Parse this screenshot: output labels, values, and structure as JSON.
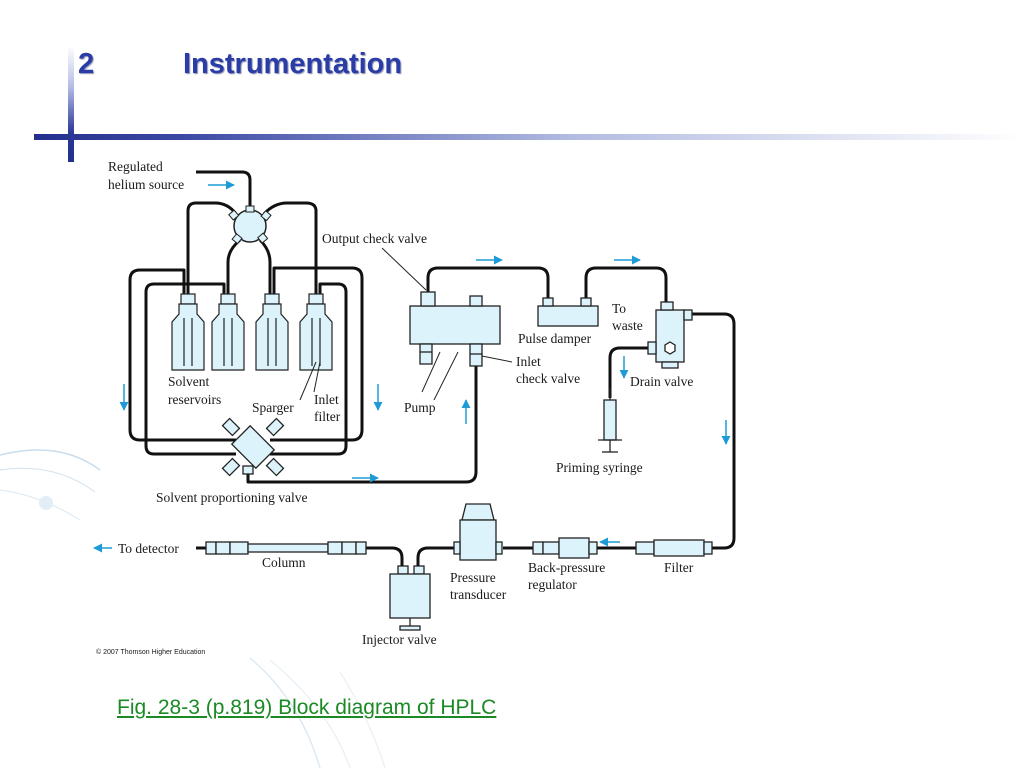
{
  "slide": {
    "number": "2",
    "title": "Instrumentation",
    "caption": "Fig. 28-3 (p.819)  Block diagram of HPLC",
    "copyright": "© 2007 Thomson Higher Education"
  },
  "diagram": {
    "labels": {
      "regulated": "Regulated",
      "helium_source": "helium source",
      "output_check_valve": "Output check valve",
      "solvent": "Solvent",
      "reservoirs": "reservoirs",
      "sparger": "Sparger",
      "inlet": "Inlet",
      "filter_word": "filter",
      "pump": "Pump",
      "pulse_damper": "Pulse damper",
      "to": "To",
      "waste": "waste",
      "inlet_cv_1": "Inlet",
      "inlet_cv_2": "check valve",
      "drain_valve": "Drain valve",
      "priming_syringe": "Priming syringe",
      "solvent_proportioning_valve": "Solvent proportioning valve",
      "to_detector": "To detector",
      "column": "Column",
      "pressure": "Pressure",
      "transducer": "transducer",
      "back_pressure": "Back-pressure",
      "regulator": "regulator",
      "filter": "Filter",
      "injector_valve": "Injector valve"
    }
  },
  "colors": {
    "title_blue": "#2a3ca6",
    "accent_cyan": "#1e9bd7",
    "part_fill": "#dcf3fb",
    "caption_green": "#1b8a25"
  }
}
